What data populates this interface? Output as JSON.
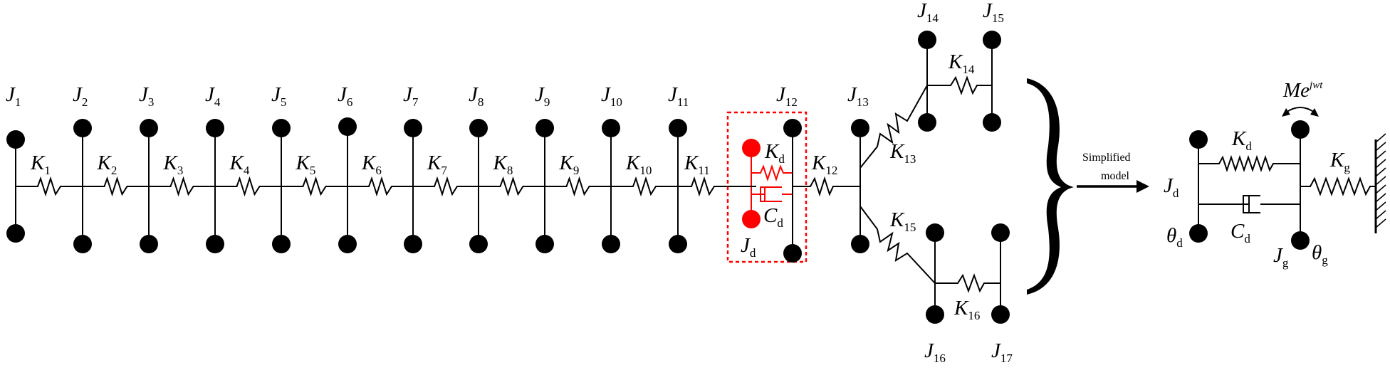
{
  "colors": {
    "line": "#000000",
    "highlight": "#ff0000",
    "background": "#ffffff"
  },
  "chain": {
    "inertias": [
      "J",
      "J",
      "J",
      "J",
      "J",
      "J",
      "J",
      "J",
      "J",
      "J",
      "J"
    ],
    "inertia_subs": [
      "1",
      "2",
      "3",
      "4",
      "5",
      "6",
      "7",
      "8",
      "9",
      "10",
      "11"
    ],
    "springs": [
      "K",
      "K",
      "K",
      "K",
      "K",
      "K",
      "K",
      "K",
      "K",
      "K",
      "K"
    ],
    "spring_subs": [
      "1",
      "2",
      "3",
      "4",
      "5",
      "6",
      "7",
      "8",
      "9",
      "10",
      "11"
    ]
  },
  "damper_box": {
    "J12": {
      "base": "J",
      "sub": "12"
    },
    "Kd": {
      "base": "K",
      "sub": "d"
    },
    "Cd": {
      "base": "C",
      "sub": "d"
    },
    "Jd": {
      "base": "J",
      "sub": "d"
    }
  },
  "k12": {
    "base": "K",
    "sub": "12"
  },
  "branches": {
    "J13": {
      "base": "J",
      "sub": "13"
    },
    "J14": {
      "base": "J",
      "sub": "14"
    },
    "J15": {
      "base": "J",
      "sub": "15"
    },
    "J16": {
      "base": "J",
      "sub": "16"
    },
    "J17": {
      "base": "J",
      "sub": "17"
    },
    "K13": {
      "base": "K",
      "sub": "13"
    },
    "K14": {
      "base": "K",
      "sub": "14"
    },
    "K15": {
      "base": "K",
      "sub": "15"
    },
    "K16": {
      "base": "K",
      "sub": "16"
    }
  },
  "arrow": {
    "line1": "Simplified",
    "line2": "model"
  },
  "simplified": {
    "moment": {
      "base": "Me",
      "sup": "jwt"
    },
    "Kd": {
      "base": "K",
      "sub": "d"
    },
    "Kg": {
      "base": "K",
      "sub": "g"
    },
    "Jd": {
      "base": "J",
      "sub": "d"
    },
    "thetad": {
      "base": "θ",
      "sub": "d"
    },
    "Cd": {
      "base": "C",
      "sub": "d"
    },
    "Jg": {
      "base": "J",
      "sub": "g"
    },
    "thetag": {
      "base": "θ",
      "sub": "g"
    }
  }
}
